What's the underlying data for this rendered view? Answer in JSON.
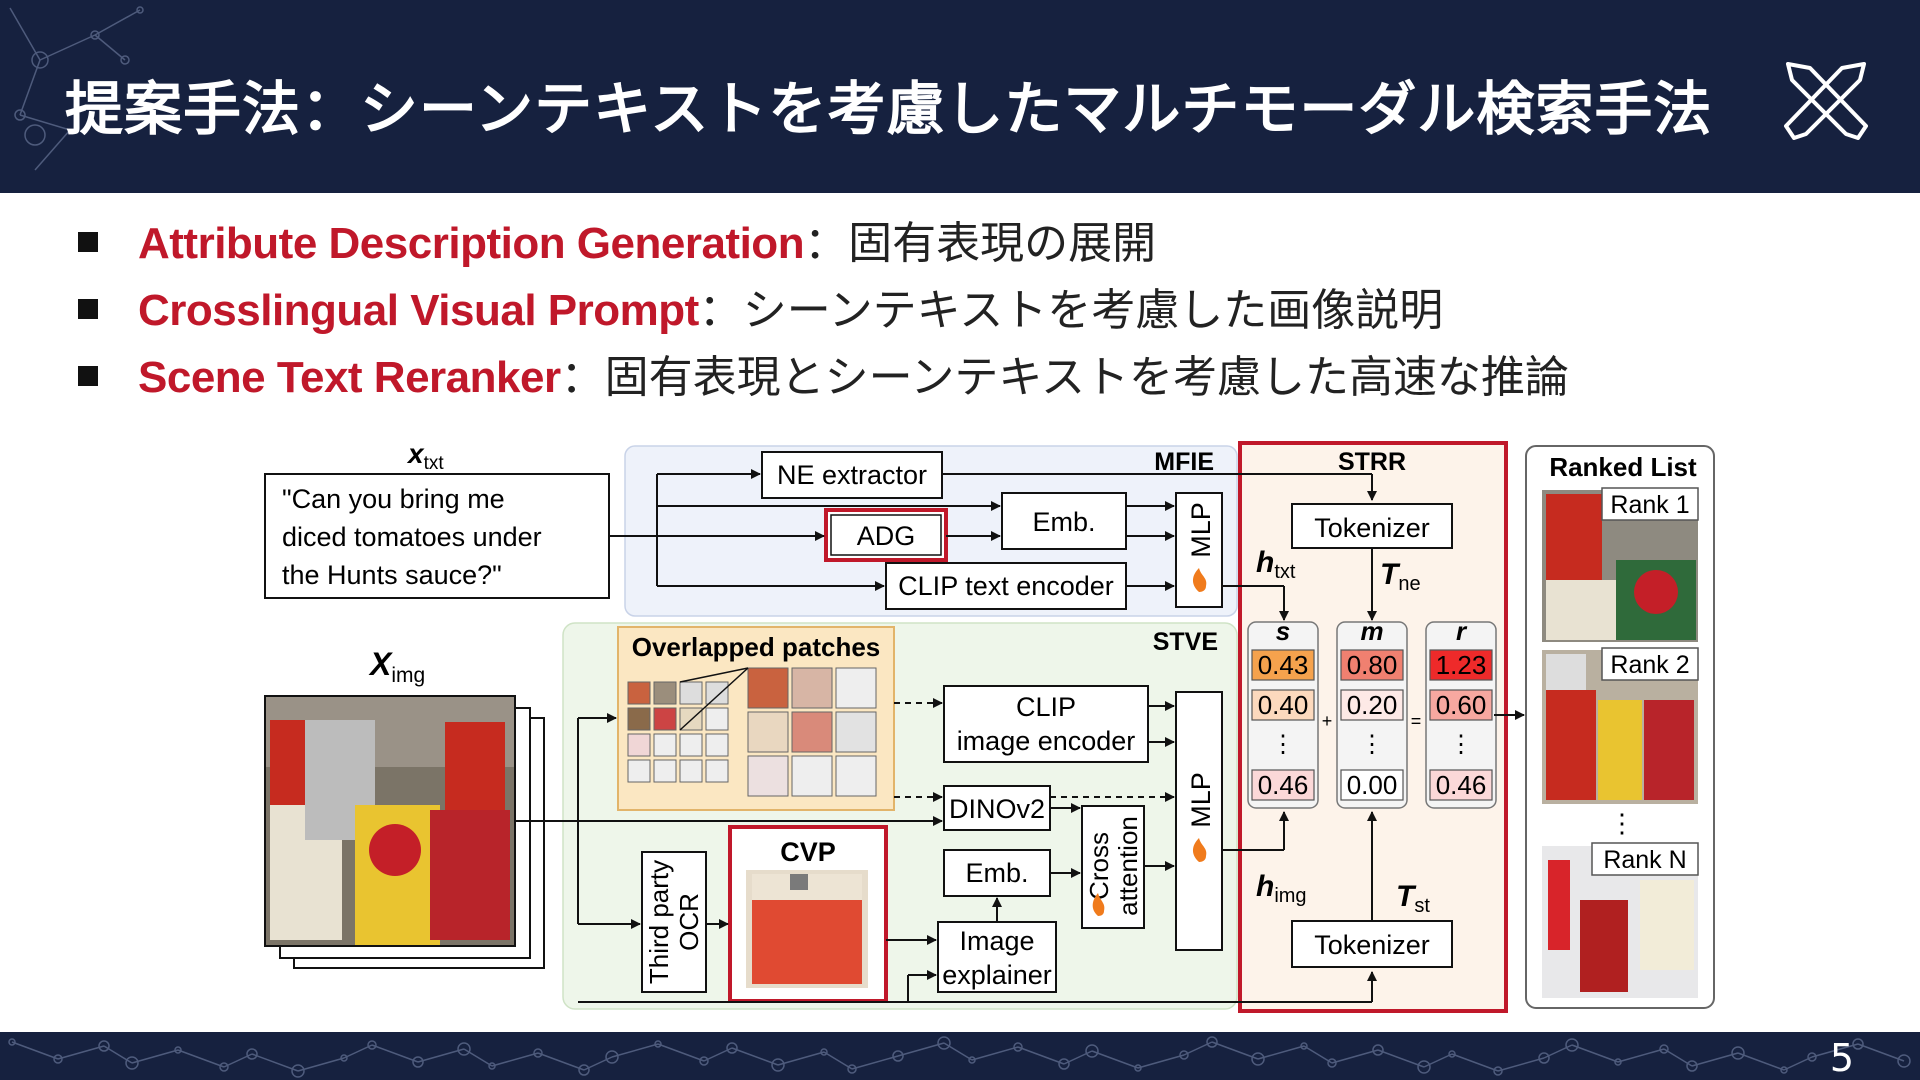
{
  "title": "提案手法：シーンテキストを考慮したマルチモーダル検索手法",
  "page_number": "5",
  "bullets": [
    {
      "highlight": "Attribute Description Generation",
      "rest": "：固有表現の展開"
    },
    {
      "highlight": "Crosslingual Visual Prompt",
      "rest": "：シーンテキストを考慮した画像説明"
    },
    {
      "highlight": "Scene Text Reranker",
      "rest": "：固有表現とシーンテキストを考慮した高速な推論"
    }
  ],
  "diagram": {
    "input_text_symbol": "x",
    "input_text_sub": "txt",
    "query_lines": [
      "\"Can you bring me",
      "diced tomatoes under",
      "the Hunts sauce?\""
    ],
    "input_img_symbol": "X",
    "input_img_sub": "img",
    "mfie": {
      "label": "MFIE",
      "ne_extractor": "NE extractor",
      "adg": "ADG",
      "emb": "Emb.",
      "clip_text": "CLIP text encoder",
      "mlp": "MLP"
    },
    "stve": {
      "label": "STVE",
      "patches": "Overlapped patches",
      "clip_image": [
        "CLIP",
        "image encoder"
      ],
      "dinov2": "DINOv2",
      "cvp": "CVP",
      "ocr": [
        "Third party",
        "OCR"
      ],
      "emb": "Emb.",
      "explainer": [
        "Image",
        "explainer"
      ],
      "cross_attention": [
        "Cross",
        "attention"
      ],
      "mlp": "MLP"
    },
    "strr": {
      "label": "STRR",
      "tokenizer_top": "Tokenizer",
      "tokenizer_bottom": "Tokenizer",
      "h_txt": "h",
      "h_txt_sub": "txt",
      "h_img": "h",
      "h_img_sub": "img",
      "t_ne": "T",
      "t_ne_sub": "ne",
      "t_st": "T",
      "t_st_sub": "st",
      "plus": "+",
      "equals": "=",
      "columns": [
        {
          "symbol": "s",
          "values": [
            "0.43",
            "0.40",
            "0.46"
          ],
          "colors": [
            "#f5a24d",
            "#fcd9bd",
            "#fbd8d8"
          ]
        },
        {
          "symbol": "m",
          "values": [
            "0.80",
            "0.20",
            "0.00"
          ],
          "colors": [
            "#f08070",
            "#fde9e6",
            "#ffffff"
          ]
        },
        {
          "symbol": "r",
          "values": [
            "1.23",
            "0.60",
            "0.46"
          ],
          "colors": [
            "#ee2a2a",
            "#f7a8a0",
            "#fbd8d8"
          ]
        }
      ],
      "vdots": "⋮"
    },
    "ranked_list": {
      "title": "Ranked List",
      "items": [
        "Rank 1",
        "Rank 2",
        "Rank N"
      ],
      "vdots": "⋮"
    },
    "colors": {
      "navy": "#16213f",
      "accent_red": "#c0182a",
      "mfie_bg": "#eef2fa",
      "stve_bg": "#eef6ea",
      "strr_bg": "#fdf3ea",
      "patch_bg": "#fbe7c2"
    }
  }
}
